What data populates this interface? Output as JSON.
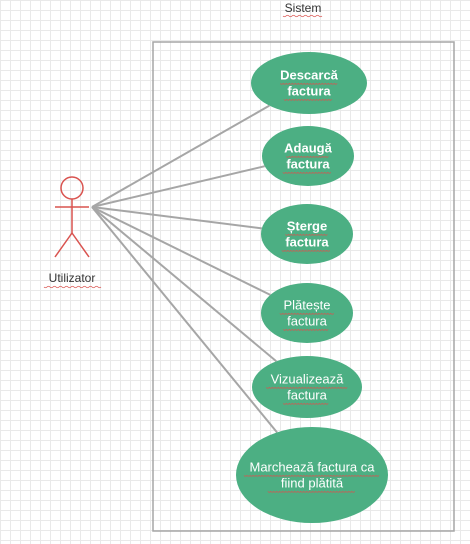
{
  "system": {
    "title": "Sistem"
  },
  "actor": {
    "label": "Utilizator"
  },
  "colors": {
    "use_case_fill": "#4caf83",
    "use_case_text": "#ffffff",
    "actor_stroke": "#d9534f",
    "association_line": "#a6a6a6",
    "system_border": "#a6a6a6"
  },
  "use_cases": [
    {
      "lines": [
        "Descarcă",
        "factura"
      ],
      "bold": true
    },
    {
      "lines": [
        "Adaugă",
        "factura"
      ],
      "bold": true
    },
    {
      "lines": [
        "Șterge",
        "factura"
      ],
      "bold": true
    },
    {
      "lines": [
        "Plătește",
        "factura"
      ],
      "bold": false
    },
    {
      "lines": [
        "Vizualizează",
        "factura"
      ],
      "bold": false
    },
    {
      "lines": [
        "Marchează factura ca",
        "fiind plătită"
      ],
      "bold": false
    }
  ]
}
